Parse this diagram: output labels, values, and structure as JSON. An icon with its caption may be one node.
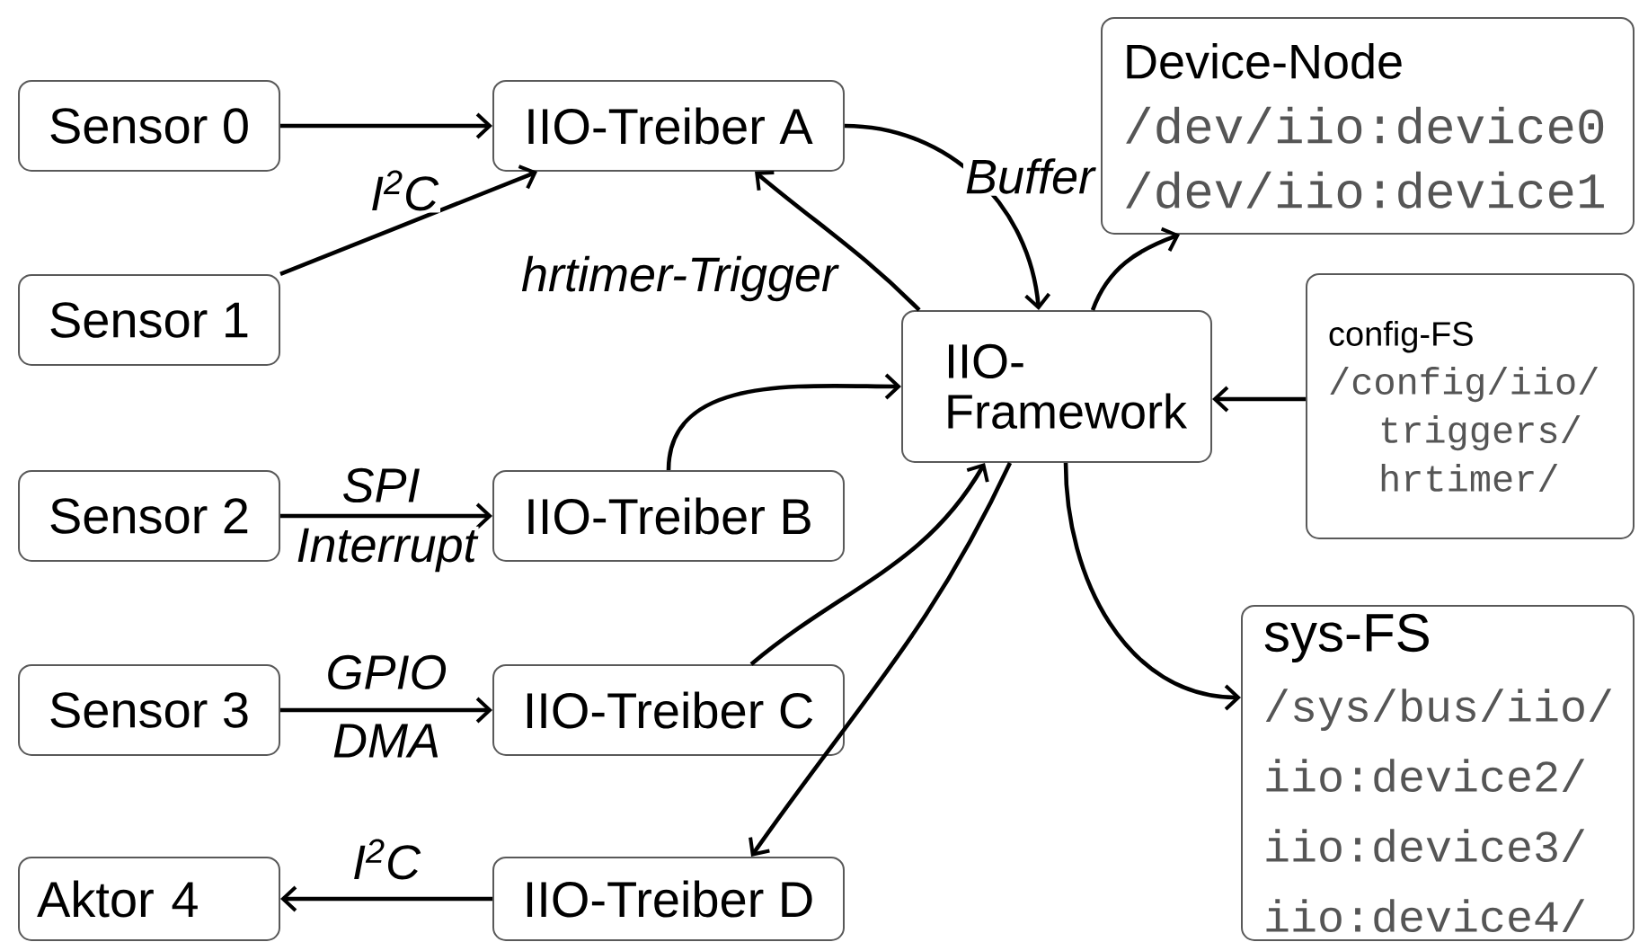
{
  "diagram": {
    "nodes": [
      {
        "text": [
          "Sensor 0"
        ]
      },
      {
        "text": [
          "IIO-Treiber A"
        ]
      },
      {
        "text": [
          "Device-Node",
          "/dev/iio:device0",
          "/dev/iio:device1"
        ]
      },
      {
        "text": [
          "Sensor 1"
        ]
      },
      {
        "text": [
          "IIO-Framework"
        ]
      },
      {
        "text": [
          "config-FS",
          "/config/iio/",
          "triggers/",
          "hrtimer/"
        ]
      },
      {
        "text": [
          "Sensor 2"
        ]
      },
      {
        "text": [
          "IIO-Treiber B"
        ]
      },
      {
        "text": [
          "sys-FS",
          "/sys/bus/iio/",
          "iio:device2/",
          "iio:device3/",
          "iio:device4/"
        ]
      },
      {
        "text": [
          "Sensor 3"
        ]
      },
      {
        "text": [
          "IIO-Treiber C"
        ]
      },
      {
        "text": [
          "Aktor 4"
        ]
      },
      {
        "text": [
          "IIO-Treiber D"
        ]
      }
    ],
    "edges": [
      {
        "from": 0,
        "to": 1,
        "arrow": "to"
      },
      {
        "from": 3,
        "to": 1,
        "arrow": "to",
        "label": "I$^{2}$C"
      },
      {
        "from": 1,
        "to": 4,
        "arrow": "to",
        "label": "Buffer"
      },
      {
        "from": 4,
        "to": 1,
        "arrow": "to",
        "label": "hrtimer-Trigger"
      },
      {
        "from": 4,
        "to": 2,
        "arrow": "to"
      },
      {
        "from": 5,
        "to": 4,
        "arrow": "to"
      },
      {
        "from": 6,
        "to": 7,
        "arrow": "to",
        "label": "SPI"
      },
      {
        "from": 7,
        "to": 4,
        "arrow": "to"
      },
      {
        "from": 9,
        "to": 10,
        "arrow": "to",
        "label": "GPIO"
      },
      {
        "from": 10,
        "to": 4,
        "arrow": "to"
      },
      {
        "from": 4,
        "to": 12,
        "arrow": "to"
      },
      {
        "from": 12,
        "to": 11,
        "arrow": "to",
        "label": "I$^{2}$C"
      },
      {
        "from": 4,
        "to": 8,
        "arrow": "to"
      }
    ],
    "labels": [
      "Interrupt",
      "DMA"
    ]
  }
}
